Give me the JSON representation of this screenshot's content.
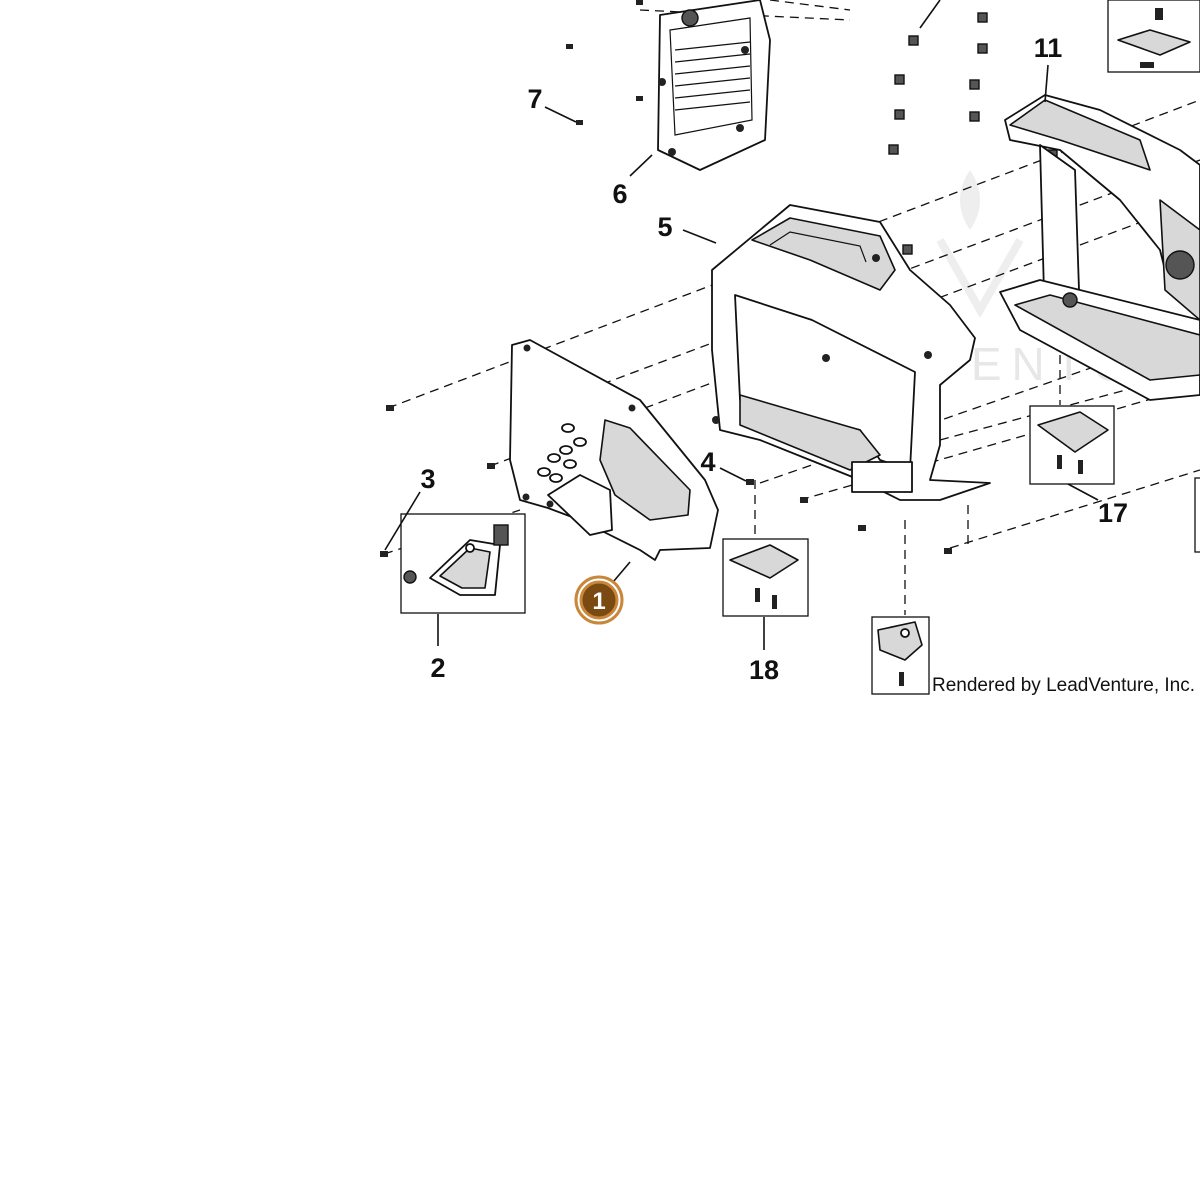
{
  "diagram": {
    "highlight_color": "#c8873a",
    "callouts": {
      "c1": "1",
      "c2": "2",
      "c3": "3",
      "c4": "4",
      "c5": "5",
      "c6": "6",
      "c7": "7",
      "c11": "11",
      "c17": "17",
      "c18": "18"
    },
    "credit": "Rendered by LeadVenture, Inc.",
    "watermark": "LEADVENTURE"
  }
}
